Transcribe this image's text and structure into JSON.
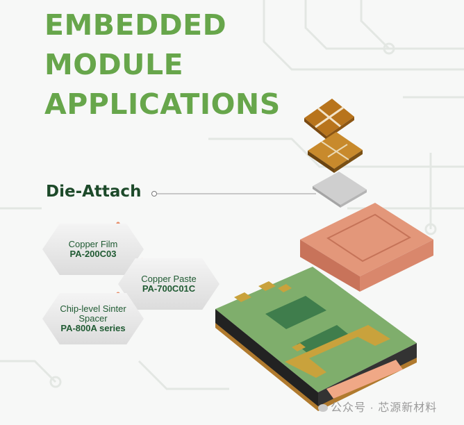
{
  "title": {
    "lines": [
      "EMBEDDED",
      "MODULE",
      "APPLICATIONS"
    ]
  },
  "callout": {
    "label": "Die-Attach"
  },
  "products": [
    {
      "name": "Copper Film",
      "code": "PA-200C03"
    },
    {
      "name": "Copper Paste",
      "code": "PA-700C01C"
    },
    {
      "name": "Chip-level Sinter Spacer",
      "code": "PA-800A series"
    }
  ],
  "watermark": {
    "text": "公众号 · 芯源新材料"
  },
  "colors": {
    "title": "#67a64b",
    "dark_green": "#1d4a2a",
    "copper": "#e0957a",
    "pcb": "#7fae6c",
    "connector": "#e8a07f"
  }
}
